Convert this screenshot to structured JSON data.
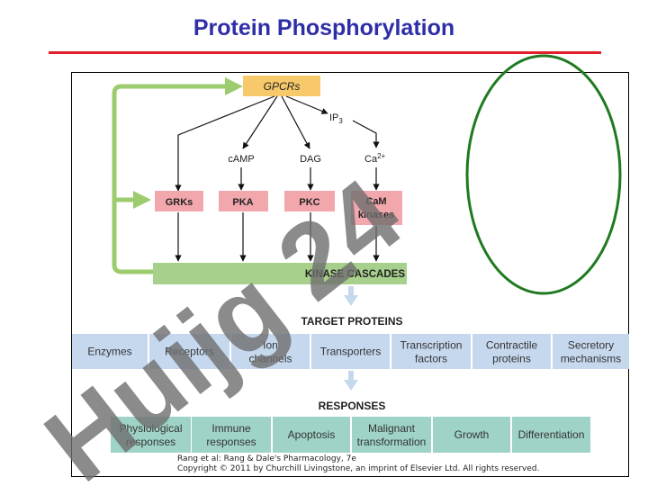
{
  "slide": {
    "title": "Protein Phosphorylation"
  },
  "diagram": {
    "source": {
      "label": "GPCRs"
    },
    "messengers": {
      "camp": "cAMP",
      "dag": "DAG",
      "ip3": "IP",
      "ip3_sub": "3",
      "ca": "Ca",
      "ca_sup": "2+"
    },
    "kinases": {
      "grks": "GRKs",
      "pka": "PKA",
      "pkc": "PKC",
      "cam_line1": "CaM",
      "cam_line2": "kinases"
    },
    "cascade": {
      "label": "KINASE CASCADES"
    },
    "targets": {
      "heading": "TARGET PROTEINS",
      "items": [
        {
          "line1": "Enzymes",
          "line2": ""
        },
        {
          "line1": "Receptors",
          "line2": ""
        },
        {
          "line1": "Ion",
          "line2": "channels"
        },
        {
          "line1": "Transporters",
          "line2": ""
        },
        {
          "line1": "Transcription",
          "line2": "factors"
        },
        {
          "line1": "Contractile",
          "line2": "proteins"
        },
        {
          "line1": "Secretory",
          "line2": "mechanisms"
        }
      ]
    },
    "responses": {
      "heading": "RESPONSES",
      "items": [
        {
          "line1": "Physiological",
          "line2": "responses"
        },
        {
          "line1": "Immune",
          "line2": "responses"
        },
        {
          "line1": "Apoptosis",
          "line2": ""
        },
        {
          "line1": "Malignant",
          "line2": "transformation"
        },
        {
          "line1": "Growth",
          "line2": ""
        },
        {
          "line1": "Differentiation",
          "line2": ""
        }
      ]
    },
    "credit": {
      "line1": "Rang et al: Rang & Dale's Pharmacology, 7e",
      "line2": "Copyright © 2011 by Churchill Livingstone, an imprint of Elsevier Ltd. All rights reserved."
    }
  },
  "watermark": {
    "text": "Huijg 24"
  },
  "colors": {
    "title": "#2e2ea8",
    "title_rule": "#e0202a",
    "gpcr_box": "#f7c96a",
    "kinase_box": "#f2a7ad",
    "cascade_bar": "#a8d08d",
    "feedback_arrow": "#9ccc6e",
    "target_box": "#c6d8ee",
    "response_box": "#9fd3c7",
    "annotation_ellipse": "#1f7a1f",
    "watermark_gray": "#6e6e6e",
    "watermark_violet": "#c8b4ea"
  }
}
